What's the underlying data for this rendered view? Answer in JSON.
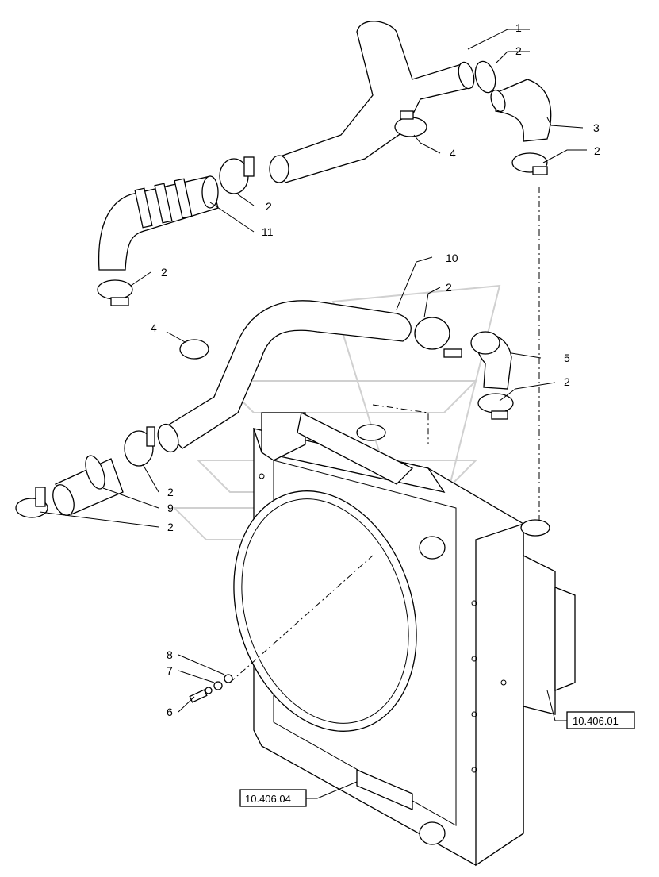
{
  "callouts": {
    "c1": "1",
    "c2a": "2",
    "c3": "3",
    "c4a": "4",
    "c2b": "2",
    "c2c": "2",
    "c11": "11",
    "c2d": "2",
    "c4b": "4",
    "c10": "10",
    "c2e": "2",
    "c5": "5",
    "c2f": "2",
    "c2g": "2",
    "c9": "9",
    "c2h": "2",
    "c8": "8",
    "c7": "7",
    "c6": "6"
  },
  "refs": {
    "r1": "10.406.01",
    "r2": "10.406.04"
  }
}
